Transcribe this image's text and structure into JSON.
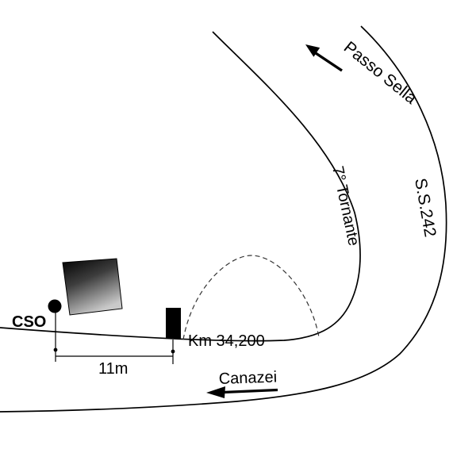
{
  "map": {
    "labels": {
      "passo_sella": "Passo Sella",
      "ss242": "S.S.242",
      "tornante": "7° Tornante",
      "km_marker": "Km 34,200",
      "canazei": "Canazei",
      "cso": "CSO",
      "distance": "11m"
    },
    "colors": {
      "road": "#000000",
      "background": "#ffffff",
      "marker_fill": "#000000",
      "dashed_line": "#333333"
    }
  }
}
